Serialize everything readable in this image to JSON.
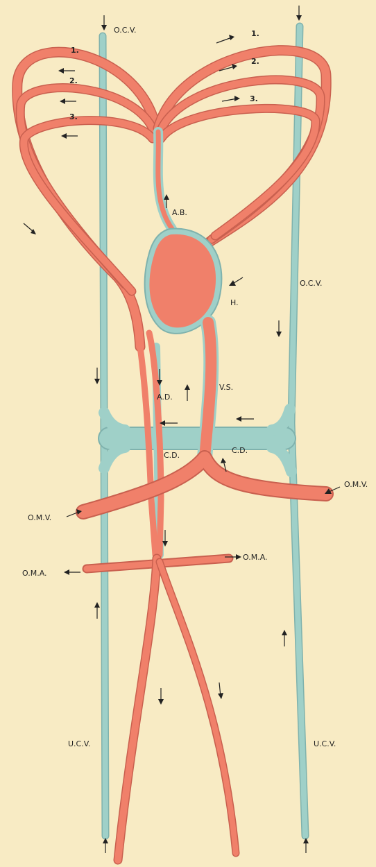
{
  "colors": {
    "background": "#f8ebc4",
    "venous": "#9fd0c8",
    "arterial": "#f0806a"
  },
  "labels": {
    "ocv_top": "O.C.V.",
    "ocv_right": "O.C.V.",
    "arch1_right": "1.",
    "arch2_right": "2.",
    "arch3_right": "3.",
    "arch1_left": "1.",
    "arch2_left": "2.",
    "arch3_left": "3.",
    "ab": "A.B.",
    "h": "H.",
    "vs": "V.S.",
    "ad": "A.D.",
    "cd_left": "C.D.",
    "cd_right": "C.D.",
    "omv_right": "O.M.V.",
    "omv_left": "O.M.V.",
    "oma_right": "O.M.A.",
    "oma_left": "O.M.A.",
    "ucv_left": "U.C.V.",
    "ucv_right": "U.C.V."
  }
}
